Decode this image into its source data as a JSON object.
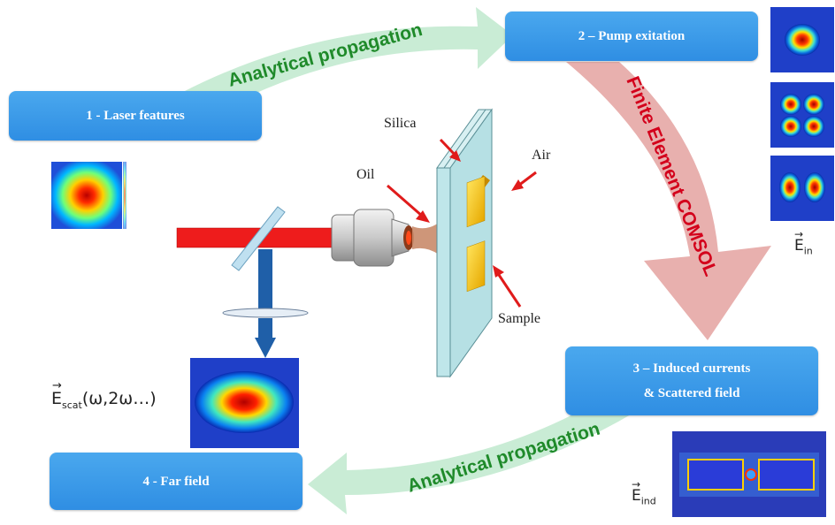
{
  "steps": {
    "step1": "1 - Laser features",
    "step2": "2 – Pump exitation",
    "step3_line1": "3 – Induced currents",
    "step3_line2": "& Scattered field",
    "step4": "4 - Far field"
  },
  "arrows": {
    "top_propagation": "Analytical propagation",
    "bottom_propagation": "Analytical propagation",
    "fem": "Finite Element COMSOL"
  },
  "setup_labels": {
    "silica": "Silica",
    "air": "Air",
    "oil": "Oil",
    "sample": "Sample"
  },
  "field_labels": {
    "e_in_sub": "in",
    "e_scat_sub": "scat",
    "e_scat_args": "(ω,2ω…)",
    "e_ind_sub": "ind"
  },
  "colors": {
    "step_box": "#3d9be9",
    "propagation_arrow": "#c9ecd5",
    "propagation_text": "#1f8a2a",
    "fem_arrow": "#e8b0ae",
    "fem_text": "#d3001b",
    "laser_beam": "#ee1c1c",
    "detection_beam": "#1f5fa8",
    "pointer_arrows": "#e01b1b"
  }
}
